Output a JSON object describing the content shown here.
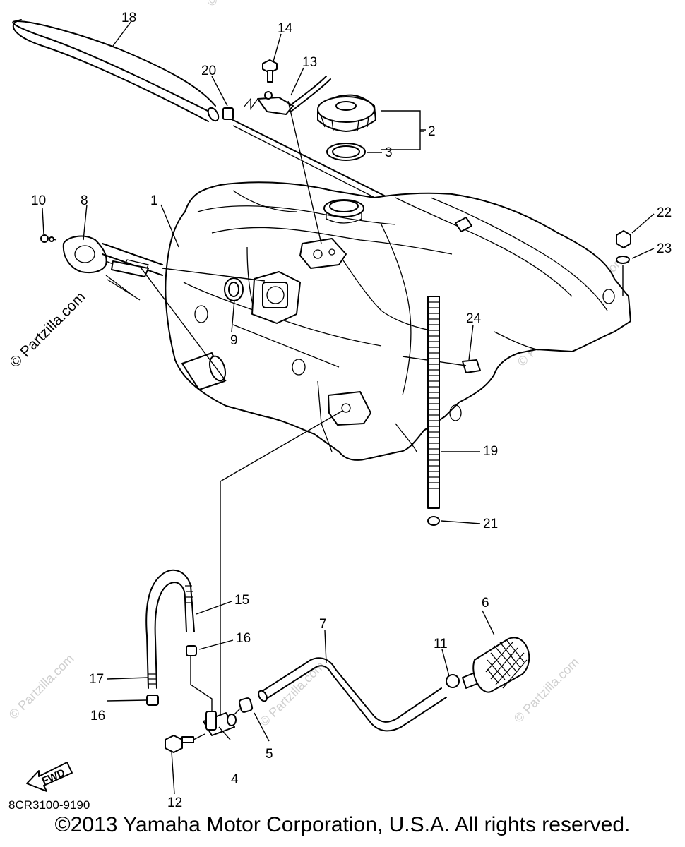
{
  "diagram": {
    "part_code": "8CR3100-9190",
    "fwd_label": "FWD",
    "copyright": "©2013 Yamaha Motor Corporation, U.S.A. All rights reserved.",
    "watermark_main": "© Partzilla.com",
    "watermark_faint": "© Partzilla.com",
    "callouts": {
      "c1": "1",
      "c2": "2",
      "c3": "3",
      "c4": "4",
      "c5": "5",
      "c6": "6",
      "c7": "7",
      "c8": "8",
      "c9": "9",
      "c10": "10",
      "c11": "11",
      "c12": "12",
      "c13": "13",
      "c14": "14",
      "c15": "15",
      "c16a": "16",
      "c16b": "16",
      "c17": "17",
      "c18": "18",
      "c19": "19",
      "c20": "20",
      "c21": "21",
      "c22": "22",
      "c23": "23",
      "c24": "24"
    }
  }
}
